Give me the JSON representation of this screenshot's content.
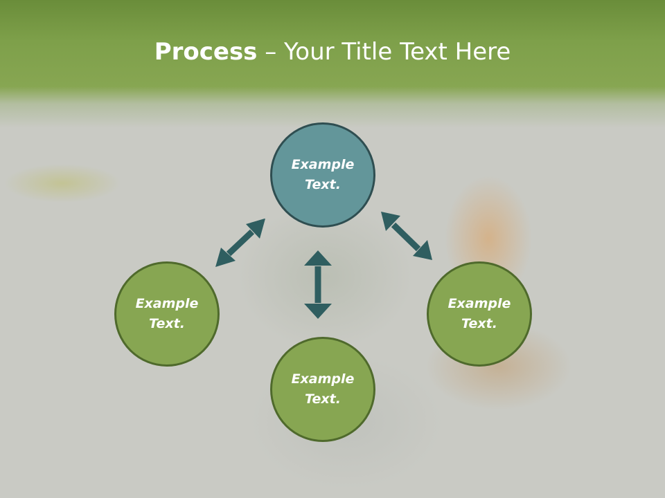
{
  "title": {
    "bold": "Process",
    "rest": " – Your Title Text Here"
  },
  "nodes": [
    {
      "id": "top",
      "label": "Example Text.",
      "color": "#63969a"
    },
    {
      "id": "left",
      "label": "Example Text.",
      "color": "#87a652"
    },
    {
      "id": "bottom",
      "label": "Example Text.",
      "color": "#87a652"
    },
    {
      "id": "right",
      "label": "Example Text.",
      "color": "#87a652"
    }
  ],
  "arrow_color": "#2f5e60",
  "header_color": "#7ea04a"
}
